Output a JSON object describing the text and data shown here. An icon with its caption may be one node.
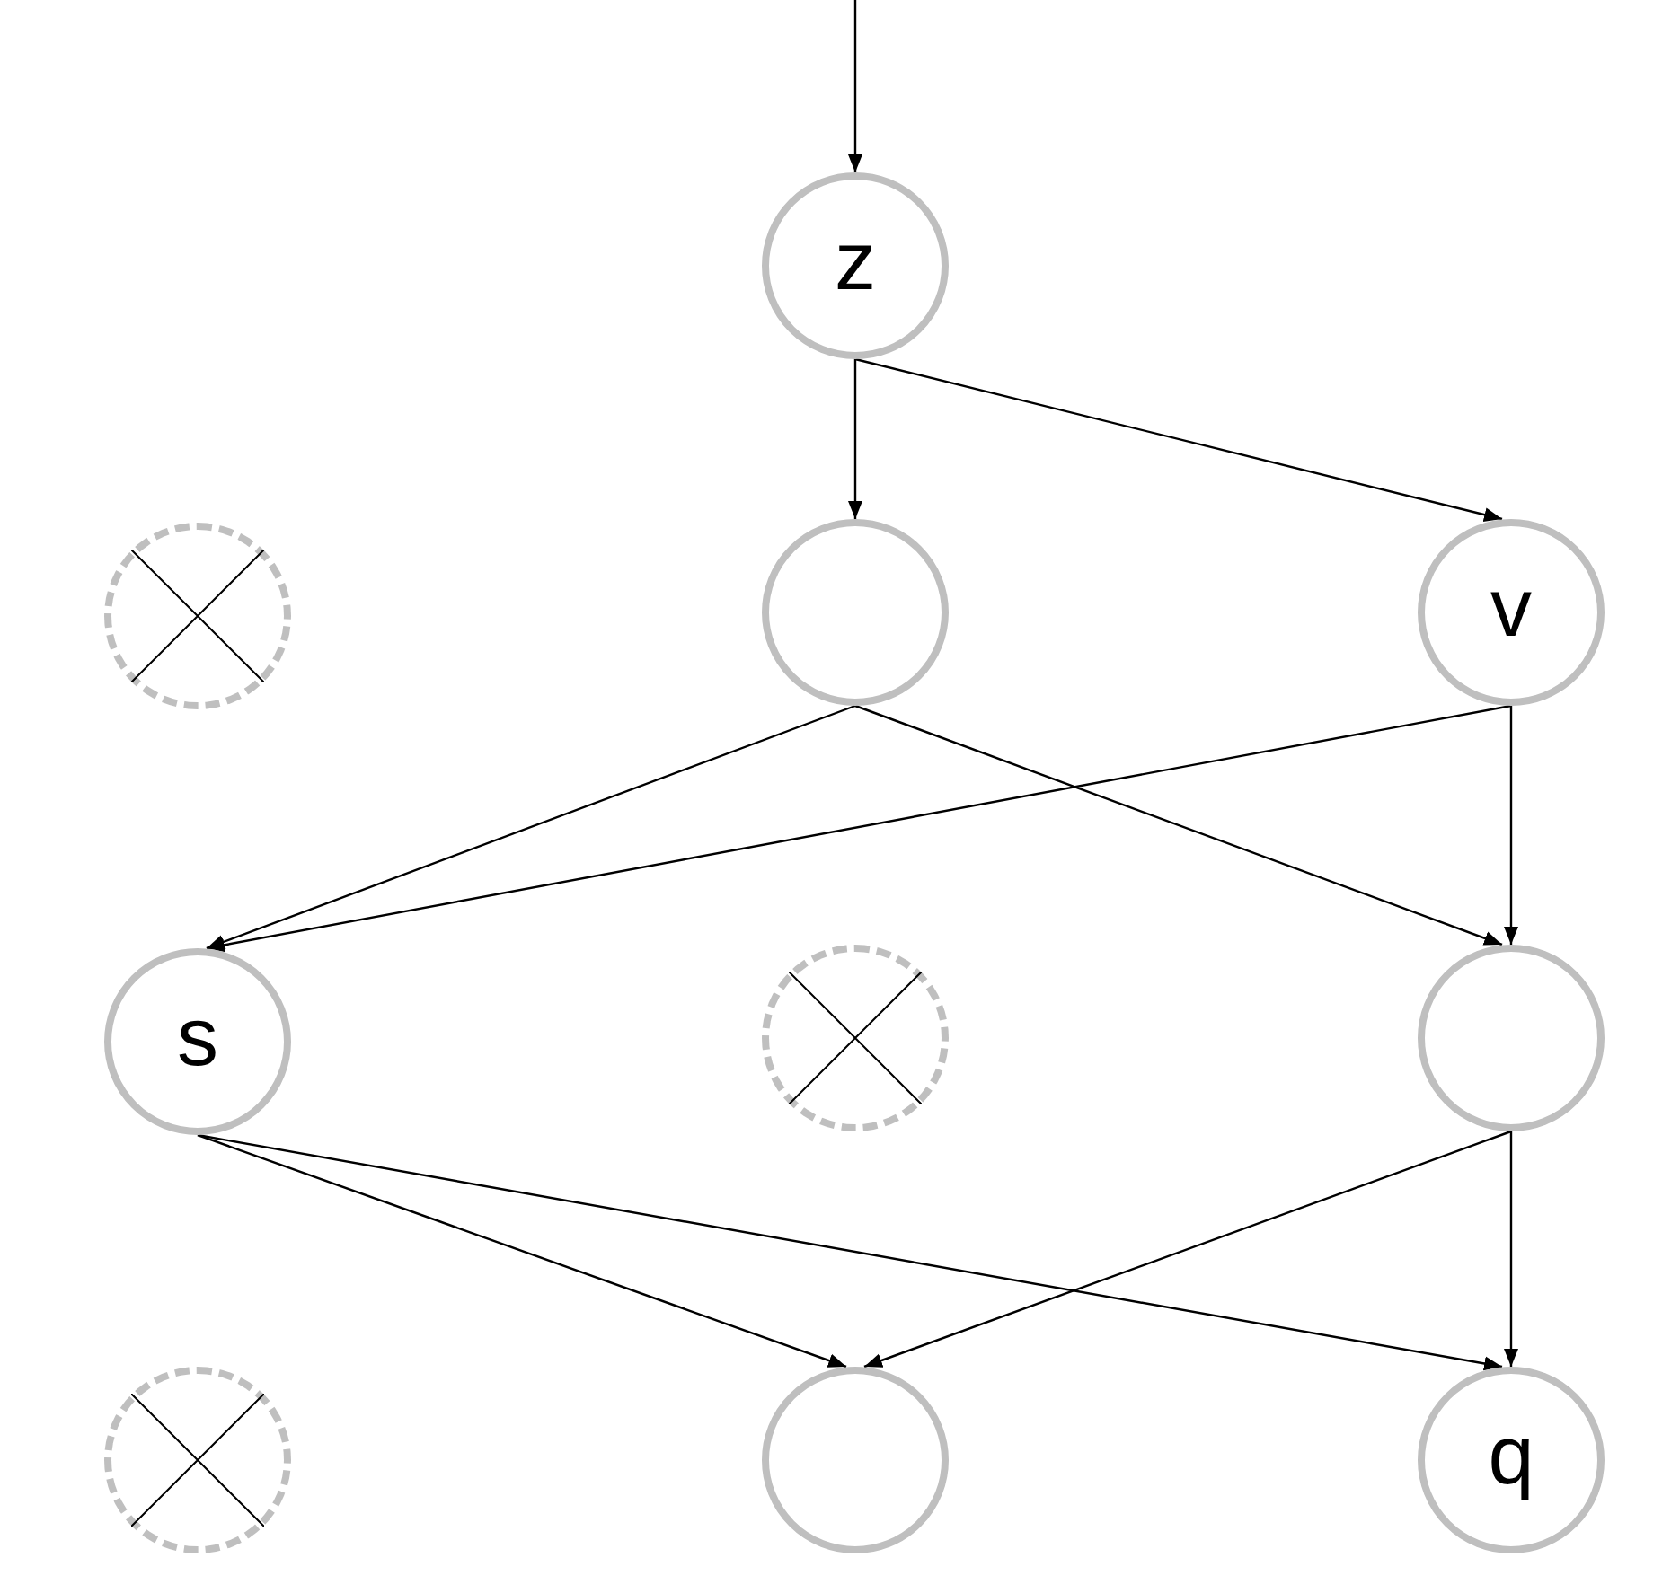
{
  "diagram": {
    "nodes": [
      {
        "text": [
          "z"
        ]
      },
      {
        "text": [],
        "shape": "crossed-circle"
      },
      {
        "text": [],
        "shape": "circle"
      },
      {
        "text": [
          "v"
        ]
      },
      {
        "text": [
          "s"
        ]
      },
      {
        "text": [],
        "shape": "crossed-circle"
      },
      {
        "text": [],
        "shape": "circle"
      },
      {
        "text": [],
        "shape": "crossed-circle"
      },
      {
        "text": [],
        "shape": "circle"
      },
      {
        "text": [
          "q"
        ]
      }
    ],
    "edges": [
      {
        "from": null,
        "to": 0,
        "arrow": "to"
      },
      {
        "from": 0,
        "to": 2,
        "arrow": "to"
      },
      {
        "from": 0,
        "to": 3,
        "arrow": "to"
      },
      {
        "from": 2,
        "to": 4,
        "arrow": "to"
      },
      {
        "from": 2,
        "to": 6,
        "arrow": "to"
      },
      {
        "from": 3,
        "to": 4,
        "arrow": "to"
      },
      {
        "from": 3,
        "to": 6,
        "arrow": "to"
      },
      {
        "from": 4,
        "to": 8,
        "arrow": "to"
      },
      {
        "from": 4,
        "to": 9,
        "arrow": "to"
      },
      {
        "from": 6,
        "to": 8,
        "arrow": "to"
      },
      {
        "from": 6,
        "to": 9,
        "arrow": "to"
      }
    ]
  }
}
